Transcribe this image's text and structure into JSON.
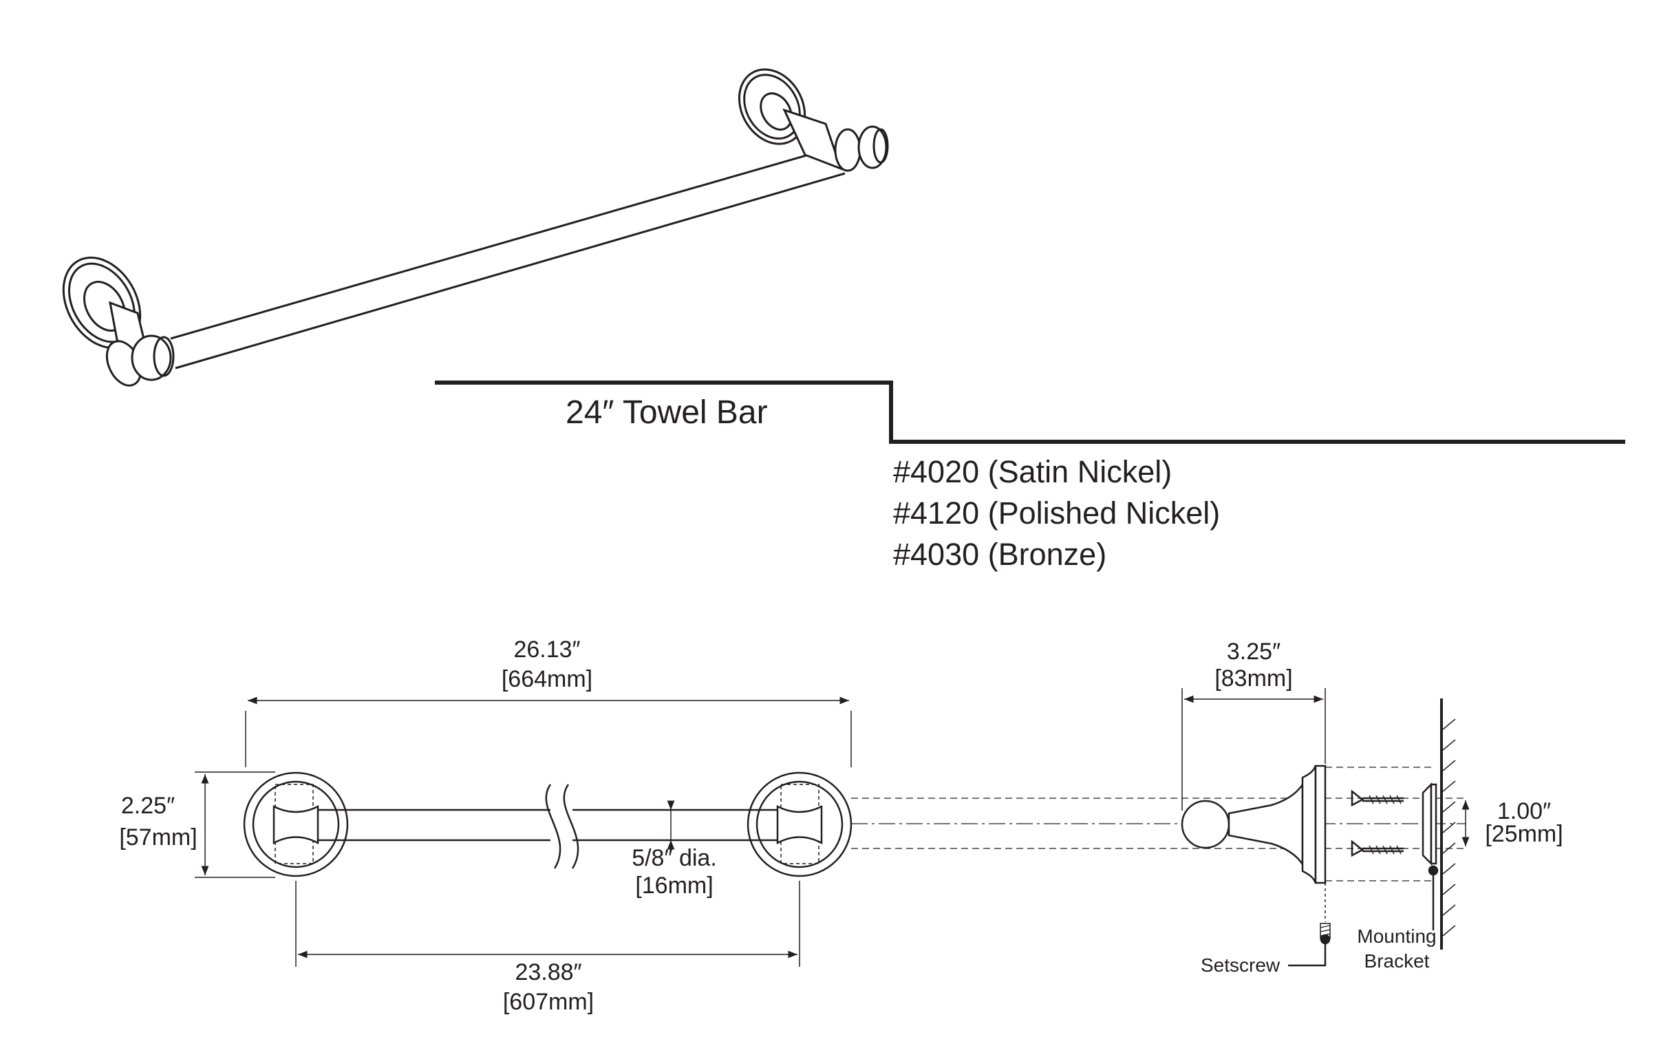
{
  "product": {
    "title": "24″ Towel Bar",
    "models": [
      "#4020 (Satin Nickel)",
      "#4120 (Polished Nickel)",
      "#4030 (Bronze)"
    ]
  },
  "dimensions": {
    "overall_length_in": "26.13″",
    "overall_length_mm": "[664mm]",
    "center_length_in": "23.88″",
    "center_length_mm": "[607mm]",
    "flange_height_in": "2.25″",
    "flange_height_mm": "[57mm]",
    "bar_diameter_in": "5/8″ dia.",
    "bar_diameter_mm": "[16mm]",
    "projection_in": "3.25″",
    "projection_mm": "[83mm]",
    "bracket_spacing_in": "1.00″",
    "bracket_spacing_mm": "[25mm]"
  },
  "callouts": {
    "setscrew": "Setscrew",
    "mounting": "Mounting",
    "bracket": "Bracket"
  },
  "colors": {
    "ink": "#231f20",
    "background": "#ffffff"
  }
}
